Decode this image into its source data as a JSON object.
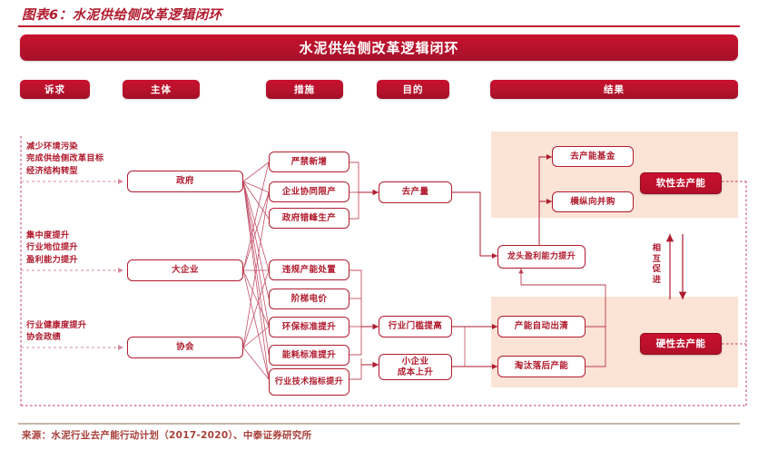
{
  "figure": {
    "title": "图表6：水泥供给侧改革逻辑闭环",
    "banner": "水泥供给侧改革逻辑闭环",
    "source": "来源：水泥行业去产能行动计划（2017-2020）、中泰证券研究所"
  },
  "colors": {
    "brand_red": "#C8102E",
    "dark_red": "#B01B2E",
    "shade_peach": "#FBE3D5",
    "rule_tan": "#C8B8A8"
  },
  "columns": [
    {
      "label": "诉求"
    },
    {
      "label": "主体"
    },
    {
      "label": "措施"
    },
    {
      "label": "目的"
    },
    {
      "label": "结果"
    }
  ],
  "demands": [
    {
      "text": "减少环境污染\n完成供给侧改革目标\n经济结构转型"
    },
    {
      "text": "集中度提升\n行业地位提升\n盈利能力提升"
    },
    {
      "text": "行业健康度提升\n协会政绩"
    }
  ],
  "subjects": [
    {
      "label": "政府"
    },
    {
      "label": "大企业"
    },
    {
      "label": "协会"
    }
  ],
  "measures_top": [
    {
      "label": "严禁新增"
    },
    {
      "label": "企业协同限产"
    },
    {
      "label": "政府错峰生产"
    }
  ],
  "measures_bottom": [
    {
      "label": "违规产能处置"
    },
    {
      "label": "阶梯电价"
    },
    {
      "label": "环保标准提升"
    },
    {
      "label": "能耗标准提升"
    },
    {
      "label": "行业技术指标提升"
    }
  ],
  "purposes": [
    {
      "label": "去产量"
    },
    {
      "label": "行业门槛提高"
    },
    {
      "label": "小企业\n成本上升"
    }
  ],
  "results": {
    "profit_node": {
      "label": "龙头盈利能力提升"
    },
    "soft_group": {
      "items": [
        {
          "label": "去产能基金"
        },
        {
          "label": "横纵向并购"
        }
      ],
      "badge": "软性去产能"
    },
    "hard_group": {
      "items": [
        {
          "label": "产能自动出清"
        },
        {
          "label": "淘汰落后产能"
        }
      ],
      "badge": "硬性去产能"
    },
    "loop_label": "相互促进"
  }
}
